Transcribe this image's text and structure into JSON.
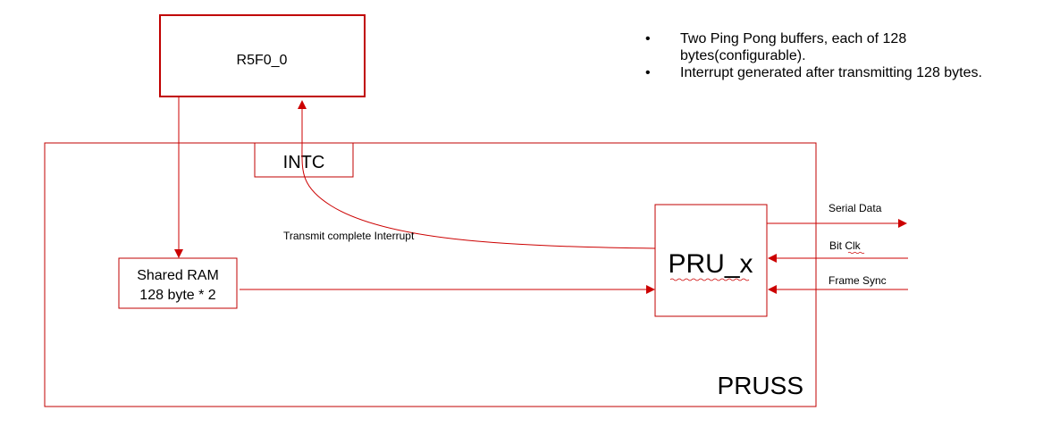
{
  "blocks": {
    "r5f": {
      "label": "R5F0_0"
    },
    "intc": {
      "label": "INTC"
    },
    "shared_ram": {
      "line1": "Shared RAM",
      "line2": "128 byte * 2"
    },
    "pru": {
      "label": "PRU_x"
    },
    "pruss": {
      "label": "PRUSS"
    }
  },
  "signals": {
    "serial_data": "Serial Data",
    "bit_clk": "Bit Clk",
    "frame_sync": "Frame Sync",
    "interrupt": "Transmit complete Interrupt"
  },
  "notes": [
    {
      "bullet": "•",
      "line1": "Two Ping Pong buffers, each of 128",
      "line2": "bytes(configurable)."
    },
    {
      "bullet": "•",
      "line1": "Interrupt generated after transmitting 128 bytes.",
      "line2": ""
    }
  ],
  "colors": {
    "line": "#cc0000",
    "box_border": "#c00000",
    "text": "#000000"
  }
}
